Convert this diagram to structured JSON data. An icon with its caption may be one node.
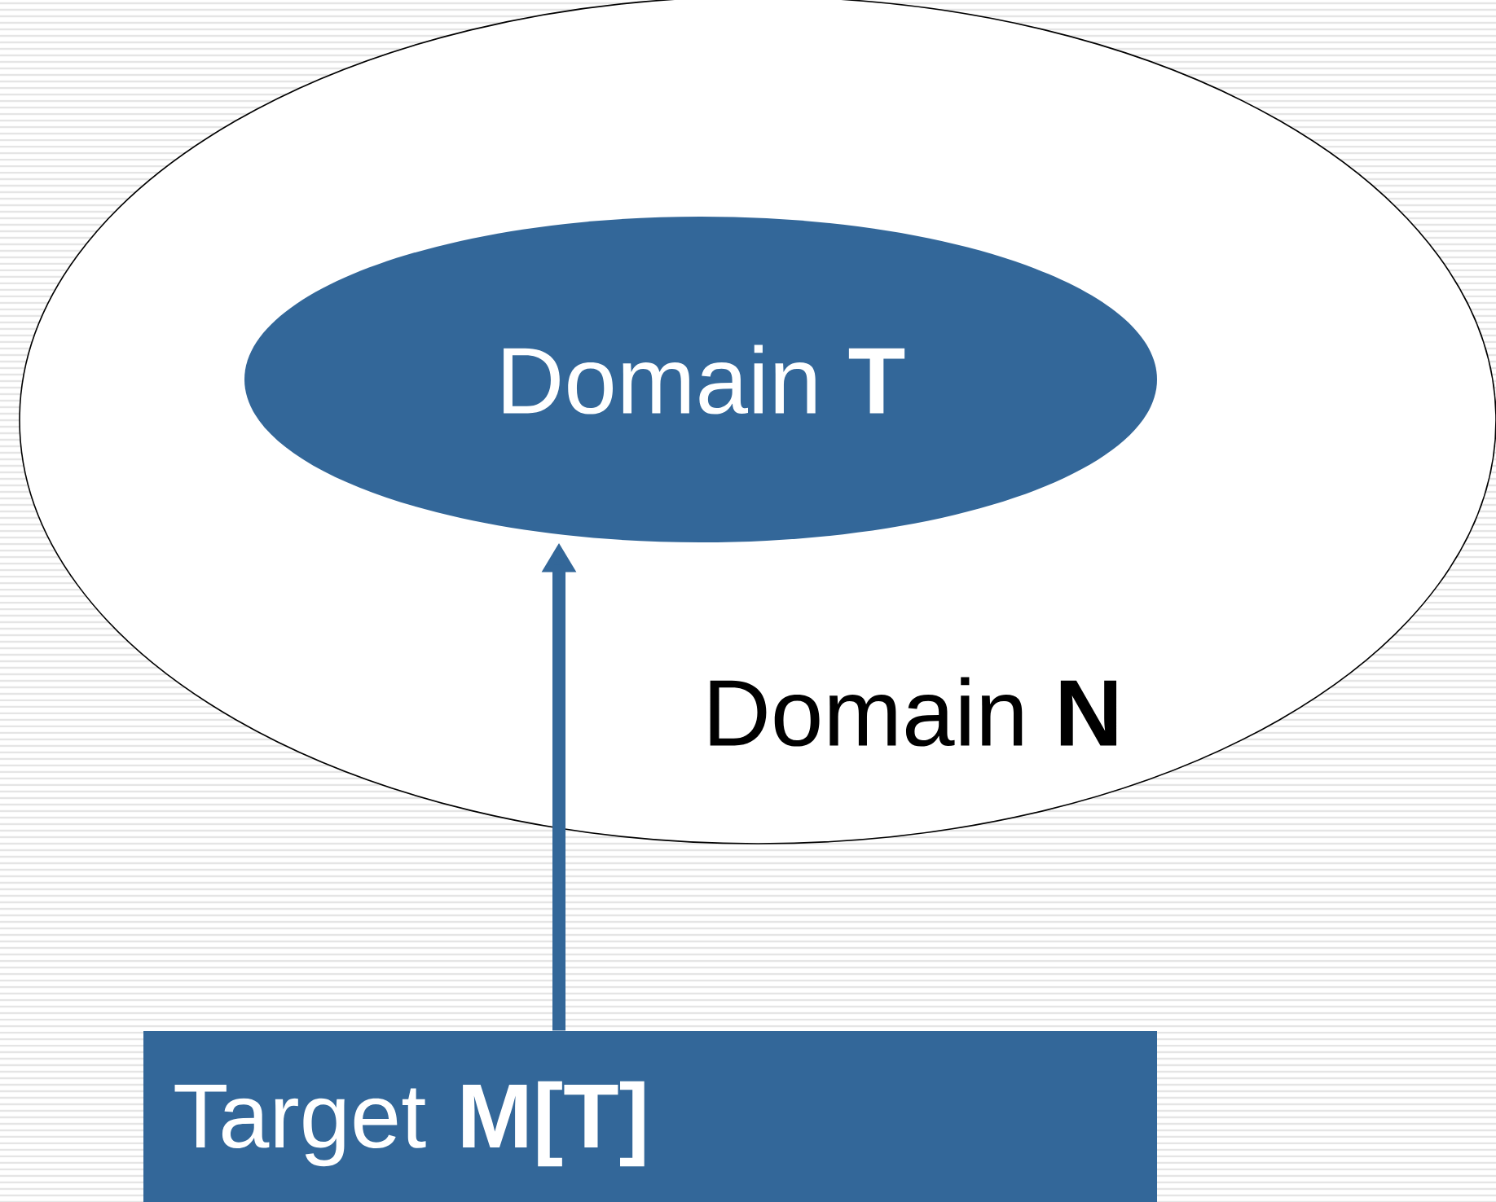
{
  "diagram": {
    "nodes": [
      {
        "text": [
          "Domain **N**"
        ]
      },
      {
        "text": [
          "Domain **T**"
        ],
        "in": 0
      },
      {
        "text": [
          "Target **M[T]**"
        ]
      }
    ],
    "edges": [
      {
        "from": 2,
        "to": 1,
        "arrow": "to"
      }
    ]
  }
}
